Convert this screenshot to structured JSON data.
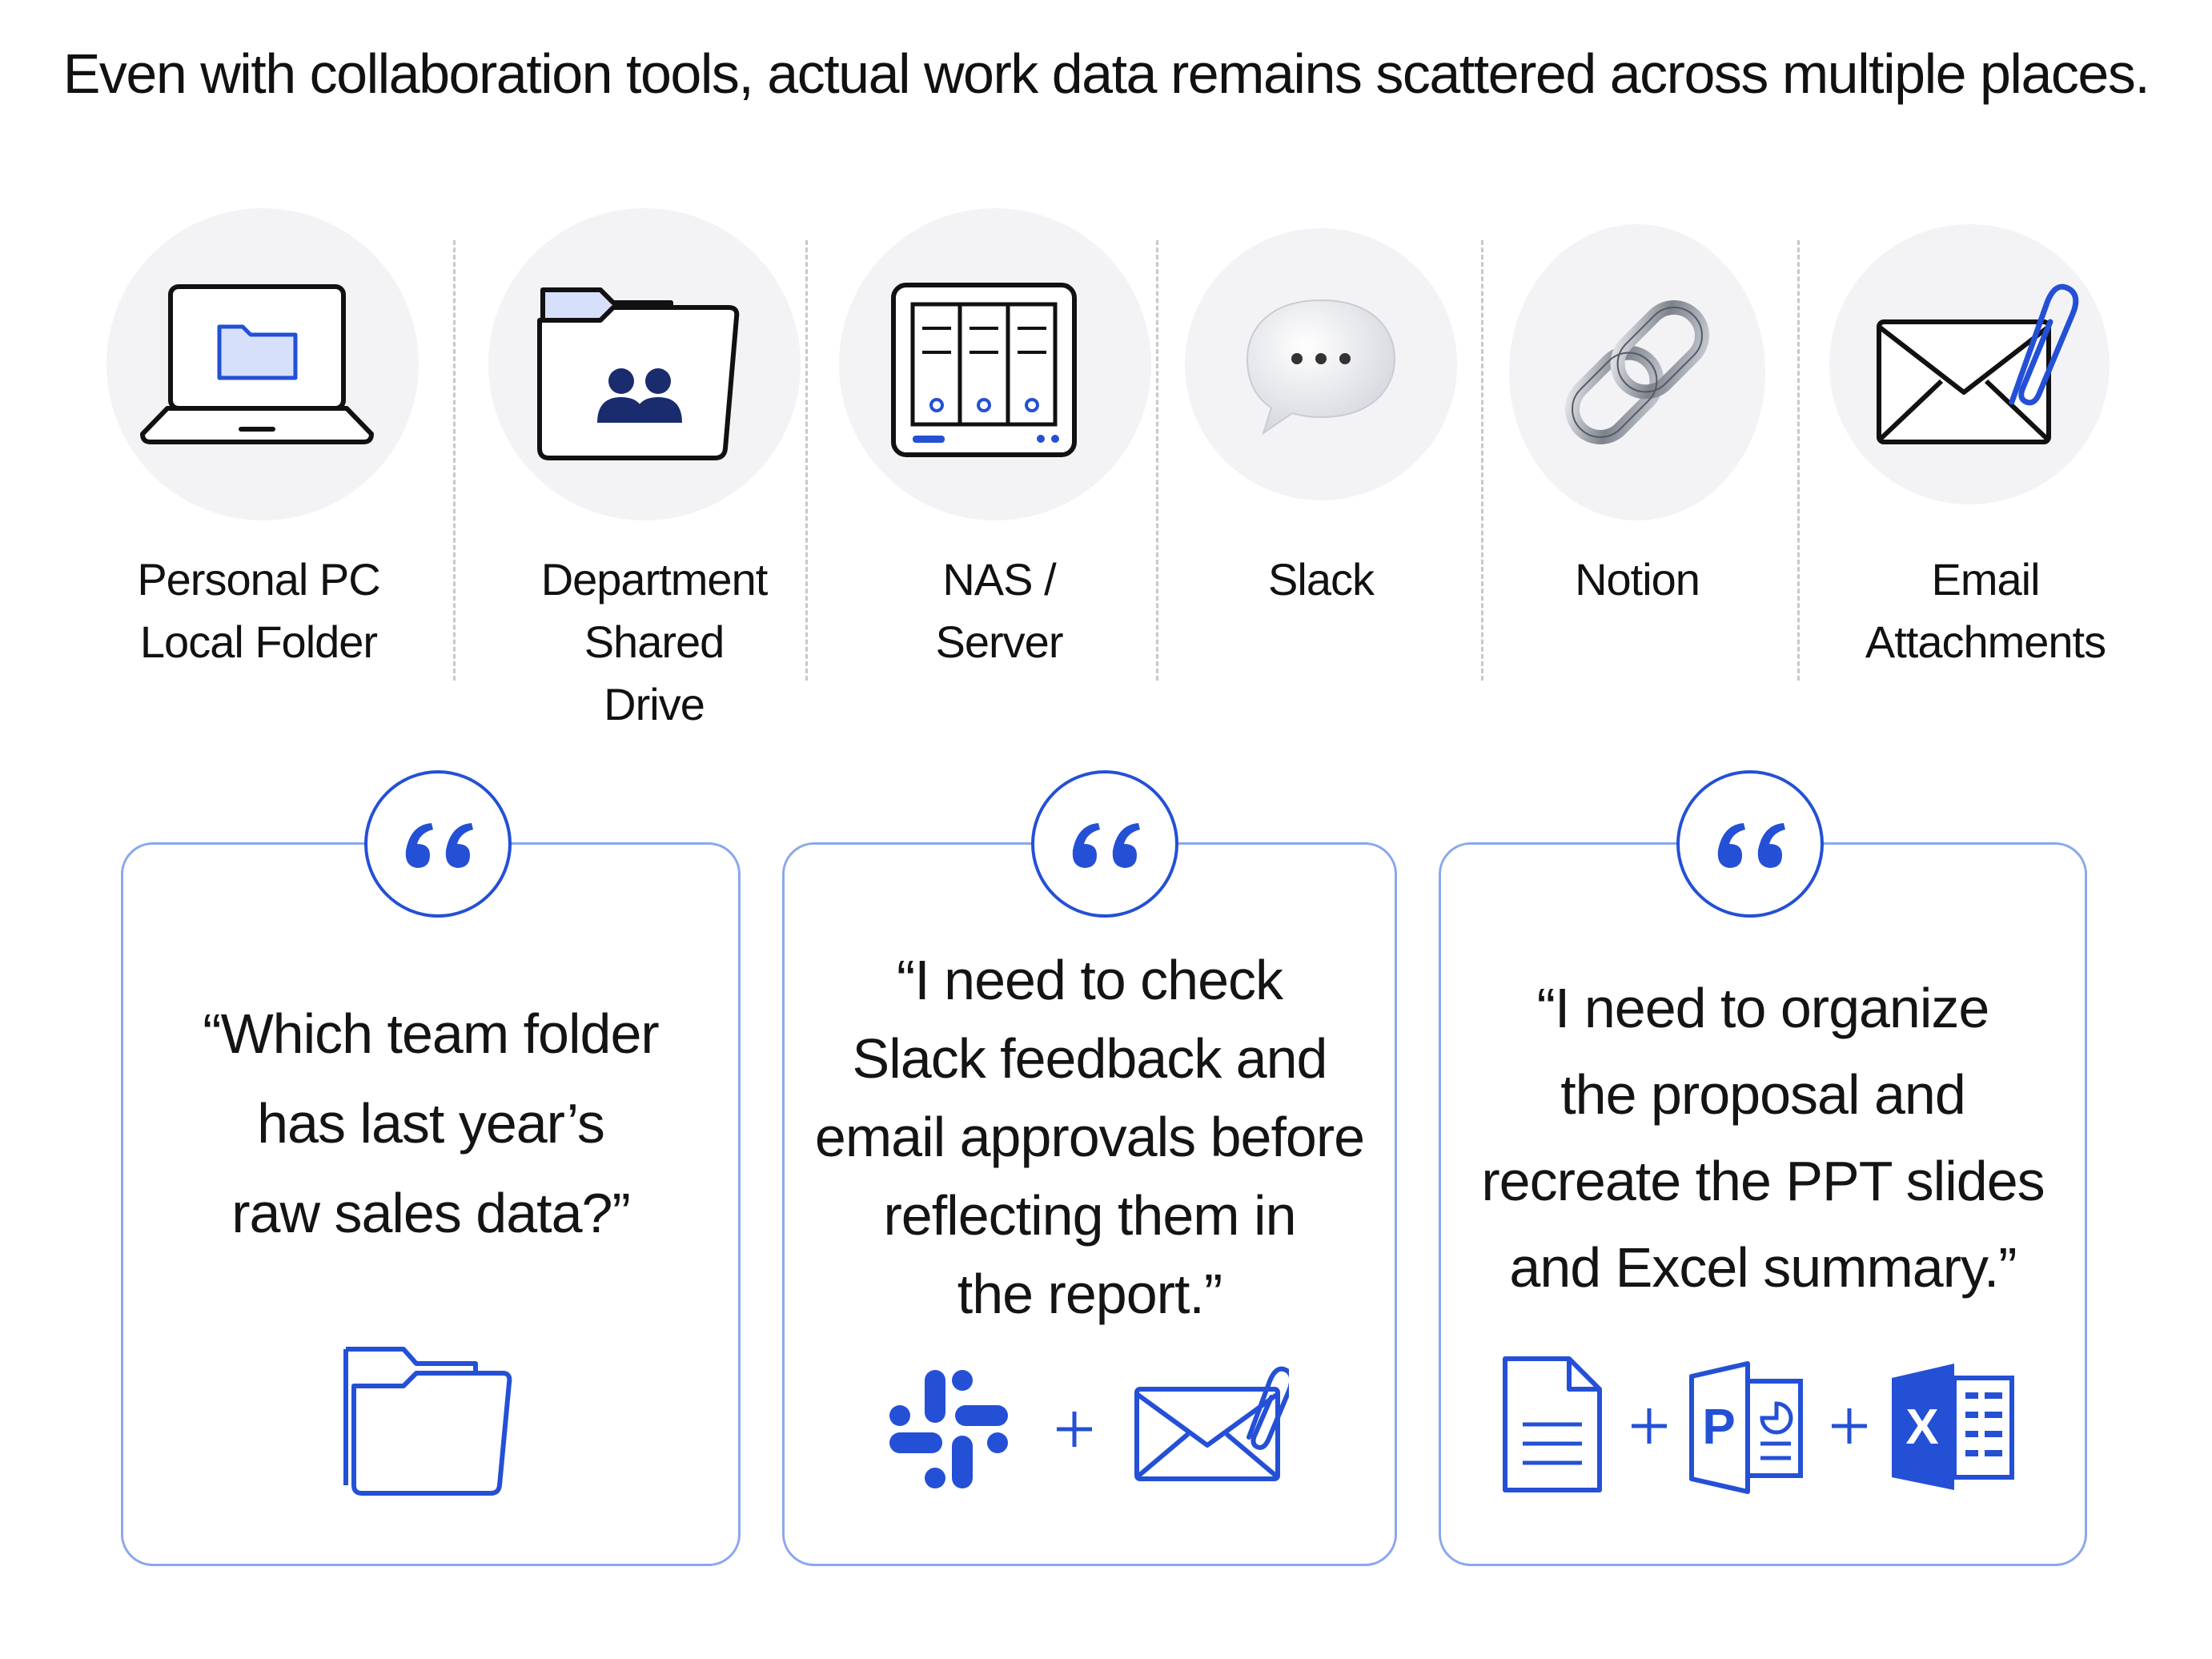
{
  "headline": "Even with collaboration tools, actual work data remains scattered across multiple places.",
  "sources": [
    {
      "id": "pc",
      "icon": "laptop-folder-icon",
      "label_lines": [
        "Personal PC",
        "Local Folder"
      ]
    },
    {
      "id": "shared",
      "icon": "shared-folder-icon",
      "label_lines": [
        "Department Shared",
        "Drive"
      ]
    },
    {
      "id": "nas",
      "icon": "server-icon",
      "label_lines": [
        "NAS /",
        "Server"
      ]
    },
    {
      "id": "slack",
      "icon": "chat-bubble-icon",
      "label_lines": [
        "Slack"
      ]
    },
    {
      "id": "notion",
      "icon": "chain-link-icon",
      "label_lines": [
        "Notion"
      ]
    },
    {
      "id": "email",
      "icon": "envelope-paperclip-icon",
      "label_lines": [
        "Email",
        "Attachments"
      ]
    }
  ],
  "quotes": [
    {
      "lines": [
        "“Which team folder",
        "has last year’s",
        "raw sales data?”"
      ],
      "icons": [
        "folder-icon"
      ]
    },
    {
      "lines": [
        "“I need to check",
        "Slack feedback and",
        "email approvals before",
        "reflecting them in",
        "the report.”"
      ],
      "icons": [
        "slack-logo-icon",
        "plus-icon",
        "envelope-paperclip-icon"
      ]
    },
    {
      "lines": [
        "“I need to organize",
        "the proposal and",
        "recreate the PPT slides",
        "and Excel summary.”"
      ],
      "icons": [
        "document-icon",
        "plus-icon",
        "powerpoint-icon",
        "plus-icon",
        "excel-icon"
      ]
    }
  ],
  "colors": {
    "accent": "#2450d6",
    "card_border": "#8aa7ee",
    "circle_bg": "#f3f3f5",
    "folder_fill": "#d6e0fb"
  }
}
